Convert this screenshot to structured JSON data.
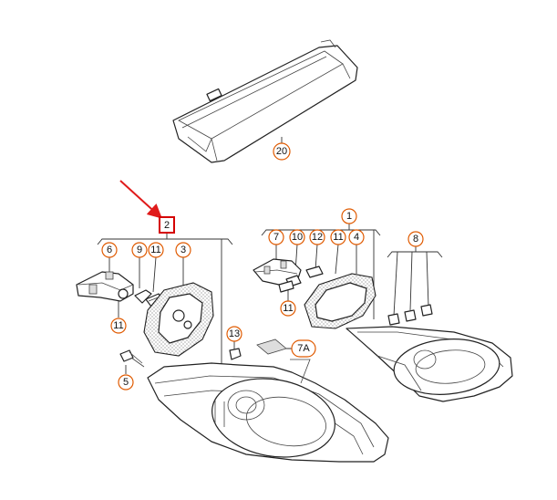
{
  "diagram": {
    "callouts": [
      {
        "id": "20",
        "label": "20"
      },
      {
        "id": "2",
        "label": "2",
        "highlighted": true
      },
      {
        "id": "6",
        "label": "6"
      },
      {
        "id": "9",
        "label": "9"
      },
      {
        "id": "11a",
        "label": "11"
      },
      {
        "id": "3",
        "label": "3"
      },
      {
        "id": "11b",
        "label": "11"
      },
      {
        "id": "13",
        "label": "13"
      },
      {
        "id": "7A",
        "label": "7A"
      },
      {
        "id": "5",
        "label": "5"
      },
      {
        "id": "1",
        "label": "1"
      },
      {
        "id": "7",
        "label": "7"
      },
      {
        "id": "10",
        "label": "10"
      },
      {
        "id": "12",
        "label": "12"
      },
      {
        "id": "11c",
        "label": "11"
      },
      {
        "id": "4",
        "label": "4"
      },
      {
        "id": "8",
        "label": "8"
      },
      {
        "id": "11d",
        "label": "11"
      }
    ],
    "colors": {
      "callout_border": "#e05a00",
      "highlight_box": "#d50000",
      "arrow": "#e01b1b",
      "line_art": "#222222"
    }
  }
}
